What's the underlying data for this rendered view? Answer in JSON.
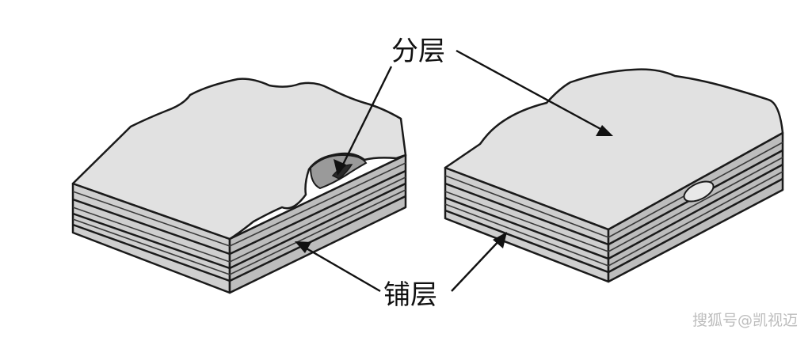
{
  "labels": {
    "delamination": "分层",
    "ply": "铺层"
  },
  "watermark": "搜狐号@凯视迈"
}
